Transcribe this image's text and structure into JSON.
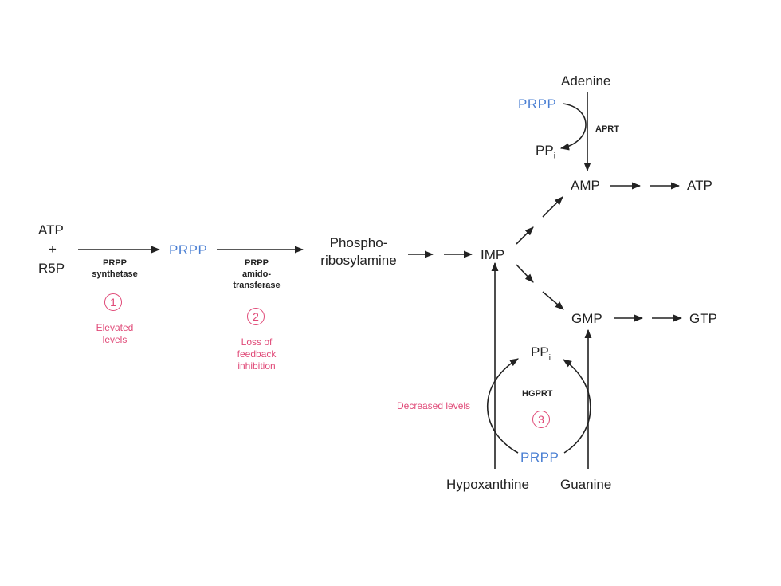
{
  "diagram": {
    "nodes": {
      "atp_input": "ATP",
      "plus": "+",
      "r5p": "R5P",
      "prpp_main": "PRPP",
      "phospho_line1": "Phospho-",
      "phospho_line2": "ribosylamine",
      "imp": "IMP",
      "amp": "AMP",
      "atp_output": "ATP",
      "gmp": "GMP",
      "gtp": "GTP",
      "adenine": "Adenine",
      "prpp_aprt": "PRPP",
      "ppi_aprt": "PP",
      "ppi_aprt_sub": "i",
      "ppi_hgprt": "PP",
      "ppi_hgprt_sub": "i",
      "prpp_hgprt": "PRPP",
      "hypoxanthine": "Hypoxanthine",
      "guanine": "Guanine"
    },
    "enzymes": {
      "prpp_synthetase_1": "PRPP",
      "prpp_synthetase_2": "synthetase",
      "amido_1": "PRPP",
      "amido_2": "amido-",
      "amido_3": "transferase",
      "aprt": "APRT",
      "hgprt": "HGPRT"
    },
    "annotations": {
      "circle_1": "1",
      "note_1_line1": "Elevated",
      "note_1_line2": "levels",
      "circle_2": "2",
      "note_2_line1": "Loss of",
      "note_2_line2": "feedback",
      "note_2_line3": "inhibition",
      "circle_3": "3",
      "note_3": "Decreased levels"
    },
    "colors": {
      "prpp_text": "#4a7fd3",
      "annotation": "#e04a78",
      "arrow": "#222222"
    }
  }
}
